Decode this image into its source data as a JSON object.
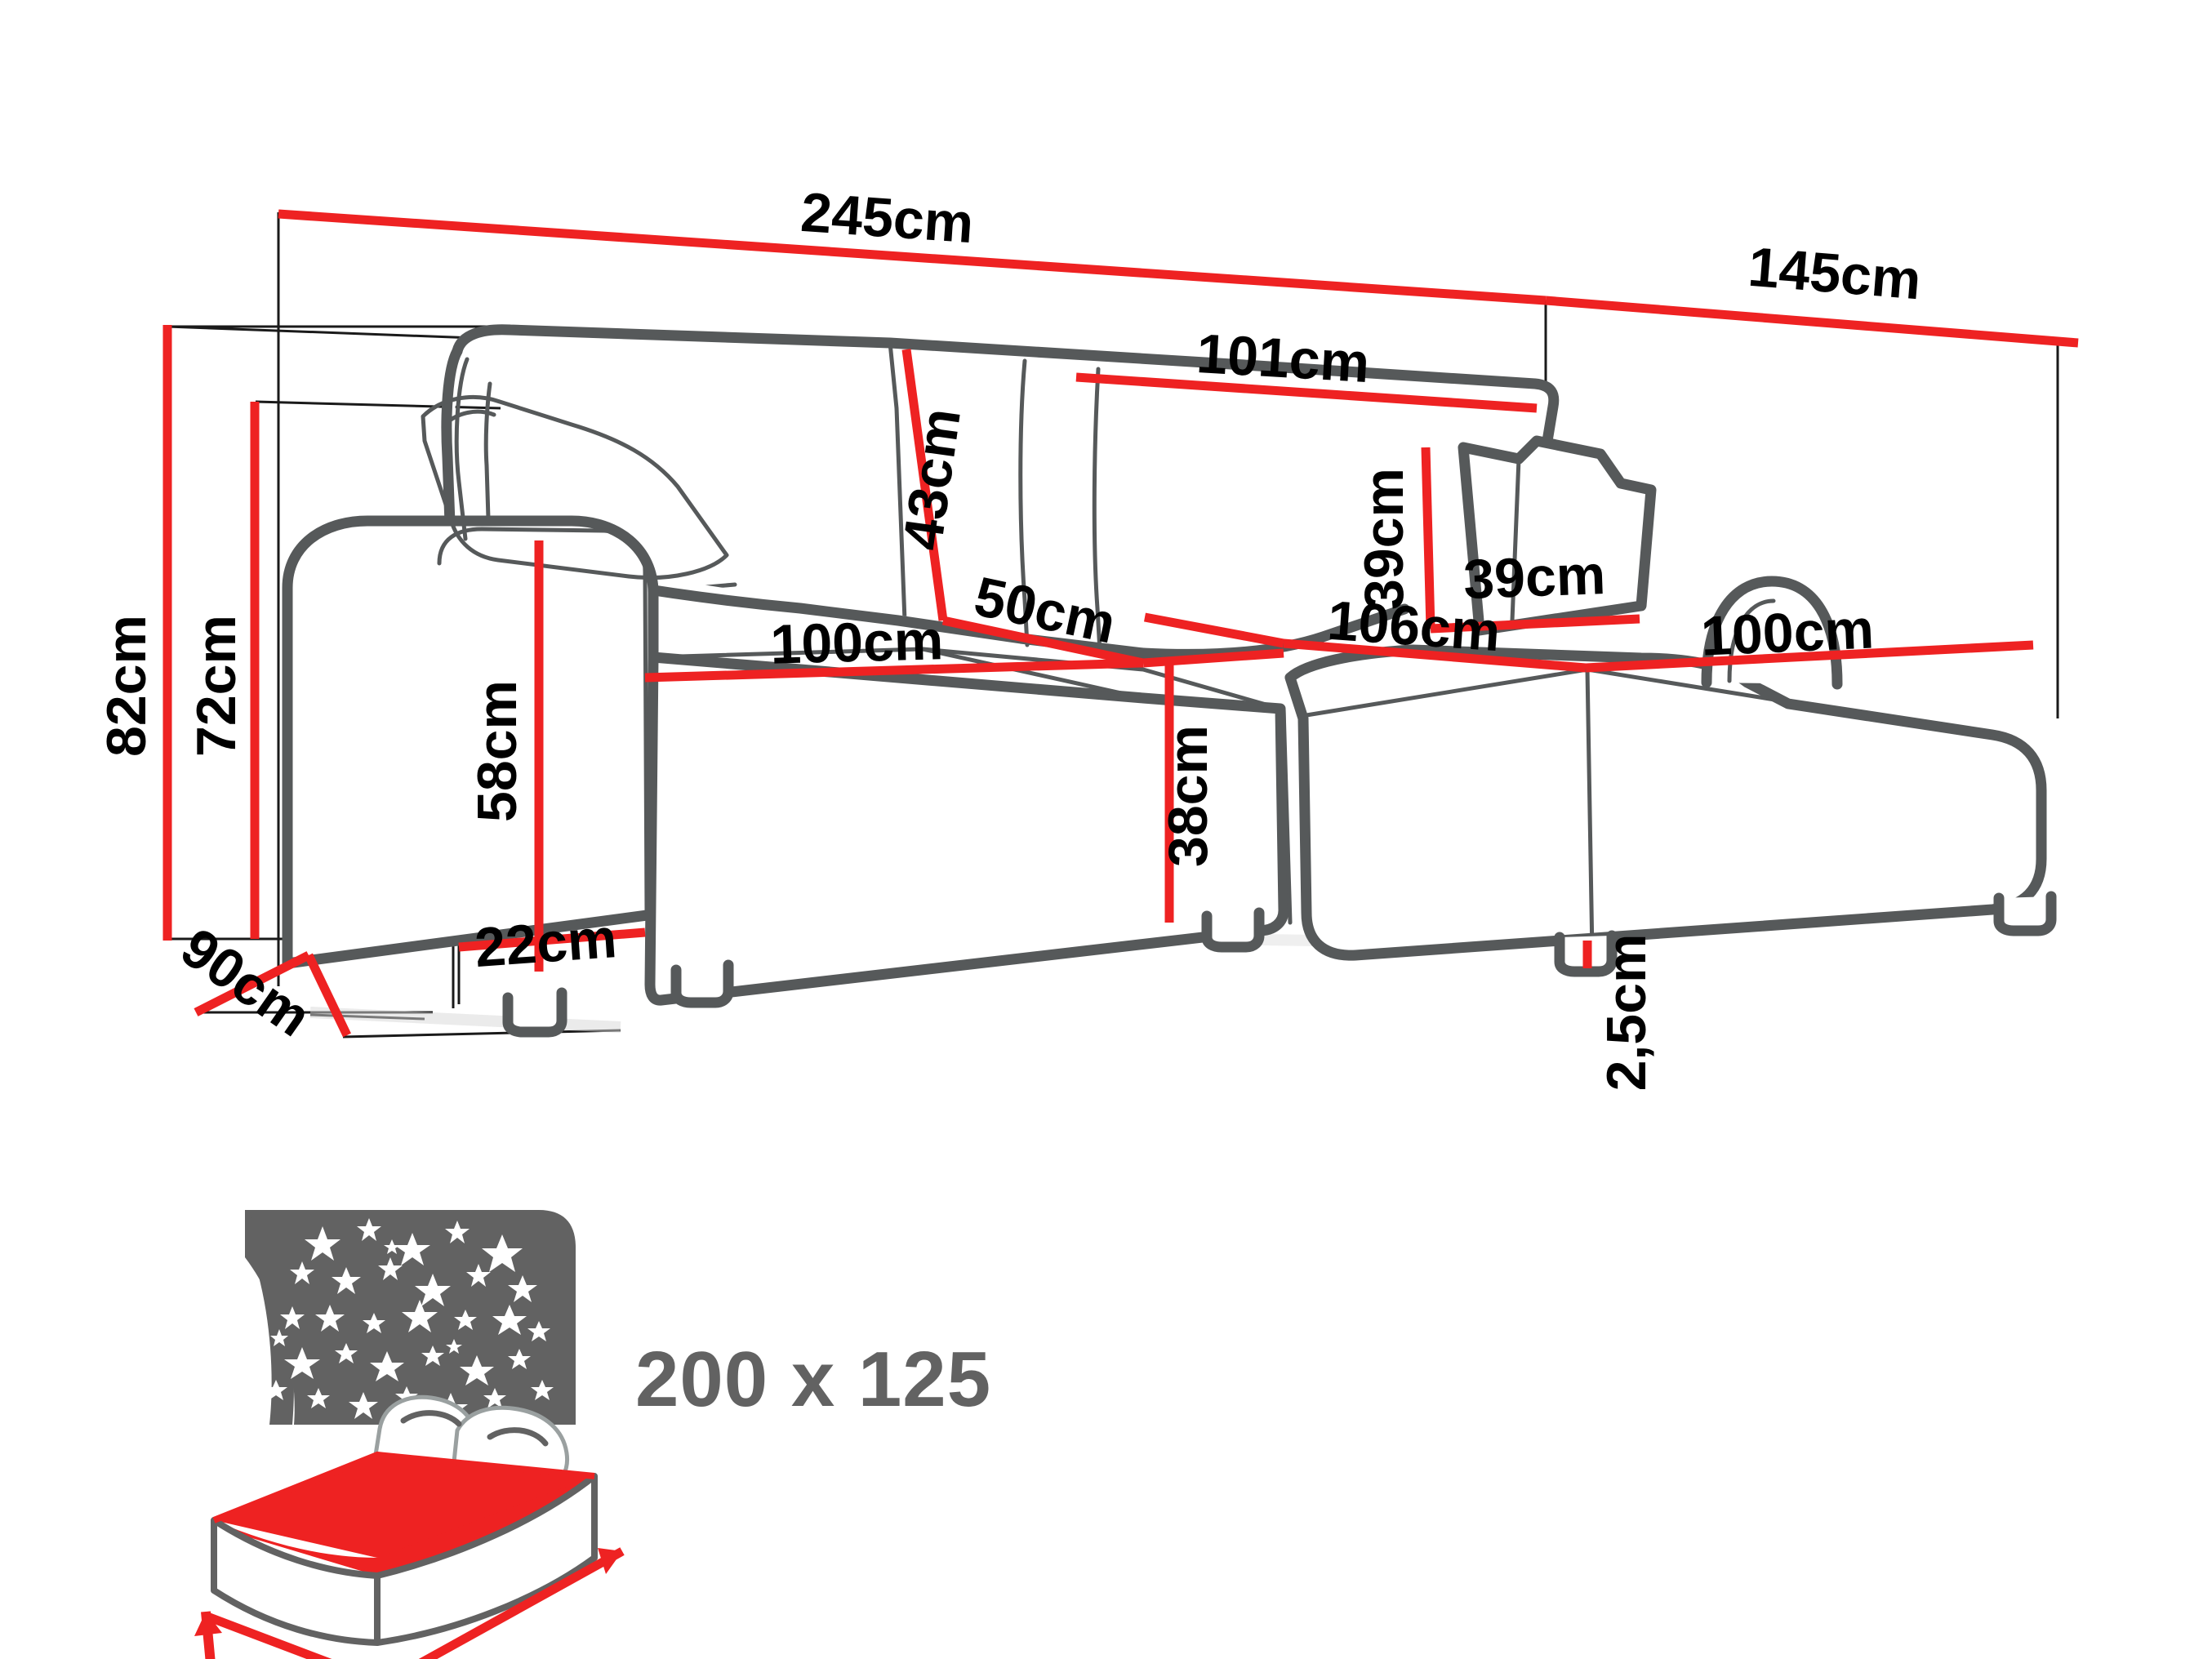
{
  "drawing": {
    "title": "Corner Sofa Bed Dimension Diagram",
    "colors": {
      "dimension_line": "#ee2222",
      "sofa_outline": "#56595a",
      "leader_line": "#1a1a1a",
      "bed_icon_gray": "#626262",
      "bed_mattress_red": "#ee2222",
      "background": "#ffffff"
    },
    "unit": "cm"
  },
  "dimensions": {
    "total_width": {
      "value": "245",
      "unit": "cm",
      "label": "245cm"
    },
    "total_depth_right": {
      "value": "145",
      "unit": "cm",
      "label": "145cm"
    },
    "total_height": {
      "value": "82",
      "unit": "cm",
      "label": "82cm"
    },
    "backrest_height": {
      "value": "72",
      "unit": "cm",
      "label": "72cm"
    },
    "depth_left": {
      "value": "90",
      "unit": "cm",
      "label": "90cm"
    },
    "armrest_height": {
      "value": "58",
      "unit": "cm",
      "label": "58cm"
    },
    "armrest_width": {
      "value": "22",
      "unit": "cm",
      "label": "22cm"
    },
    "backrest_cushion_height": {
      "value": "43",
      "unit": "cm",
      "label": "43cm"
    },
    "backrest_cushion_width": {
      "value": "101",
      "unit": "cm",
      "label": "101cm"
    },
    "seat_depth_left": {
      "value": "50",
      "unit": "cm",
      "label": "50cm"
    },
    "seat_width_left": {
      "value": "100",
      "unit": "cm",
      "label": "100cm"
    },
    "seat_height": {
      "value": "38",
      "unit": "cm",
      "label": "38cm"
    },
    "throw_pillow_height": {
      "value": "39",
      "unit": "cm",
      "label": "39cm"
    },
    "throw_pillow_width": {
      "value": "39",
      "unit": "cm",
      "label": "39cm"
    },
    "chaise_depth": {
      "value": "106",
      "unit": "cm",
      "label": "106cm"
    },
    "seat_width_right": {
      "value": "100",
      "unit": "cm",
      "label": "100cm"
    },
    "ground_clearance": {
      "value": "2,5",
      "unit": "cm",
      "label": "2,5cm"
    }
  },
  "bed_icon": {
    "sleeping_area_label": "200 x 125",
    "description": "sleeping-area-icon"
  }
}
